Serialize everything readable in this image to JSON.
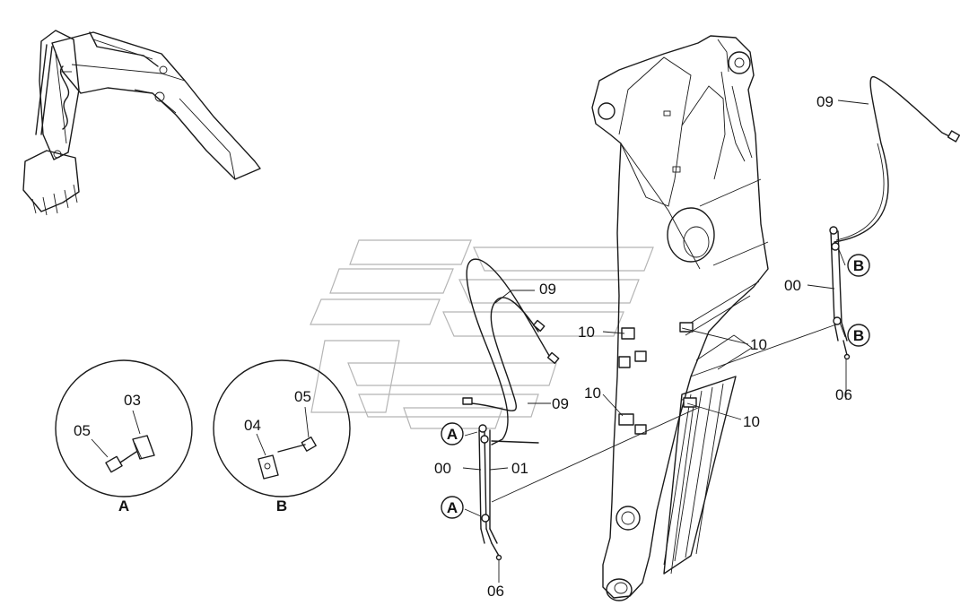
{
  "labels": {
    "p09_top": "09",
    "p09_mid": "09",
    "p09_low": "09",
    "p00_right": "00",
    "p00_left": "00",
    "p01_left": "01",
    "p06_right": "06",
    "p06_left": "06",
    "p10_a": "10",
    "p10_b": "10",
    "p10_c": "10",
    "p10_d": "10",
    "p03_detail": "03",
    "p05_detail_a": "05",
    "p04_detail": "04",
    "p05_detail_b": "05"
  },
  "callouts": {
    "a_upper": "A",
    "a_lower": "A",
    "b_upper": "B",
    "b_lower": "B"
  },
  "details": {
    "a_caption": "A",
    "b_caption": "B"
  },
  "colors": {
    "line": "#1a1a1a",
    "watermark": "#b5b5b5",
    "background": "#ffffff"
  }
}
